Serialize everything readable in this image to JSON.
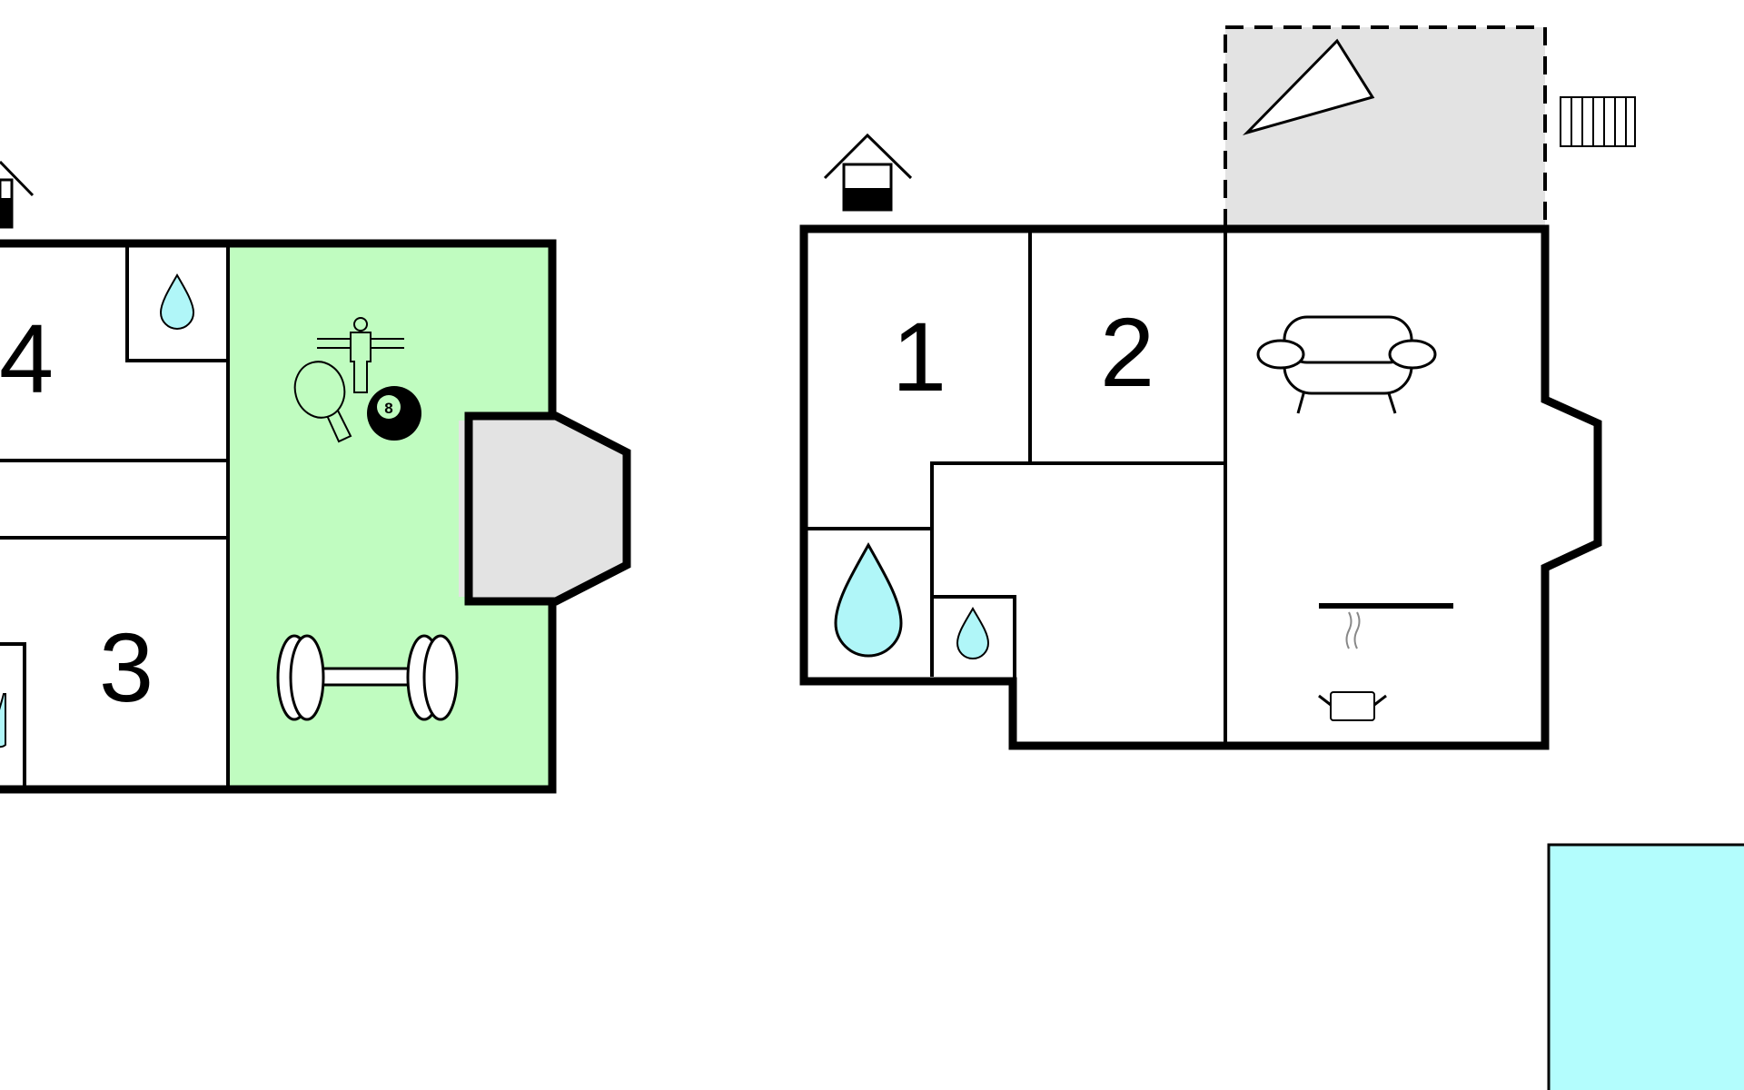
{
  "colors": {
    "wall": "#000000",
    "activity_room": "#c0fcc0",
    "terrace": "#e3e3e3",
    "water": "#b0f6f8",
    "pool": "#b3fdfd",
    "background": "#ffffff"
  },
  "rooms": {
    "left_block": {
      "bedroom_4": "4",
      "bedroom_3": "3"
    },
    "right_block": {
      "bedroom_1": "1",
      "bedroom_2": "2"
    }
  },
  "icons": {
    "entrance": "house-entrance-icon",
    "water": "water-drop-icon",
    "table_football": "table-football-icon",
    "table_tennis": "table-tennis-icon",
    "billiard_ball": "billiard-8-ball-icon",
    "billiard_number": "8",
    "fitness": "dumbbell-icon",
    "sofa": "sofa-icon",
    "kitchen": "cooking-pot-icon",
    "terrace": "terrace-triangle-icon",
    "stairs": "stairs-icon"
  }
}
